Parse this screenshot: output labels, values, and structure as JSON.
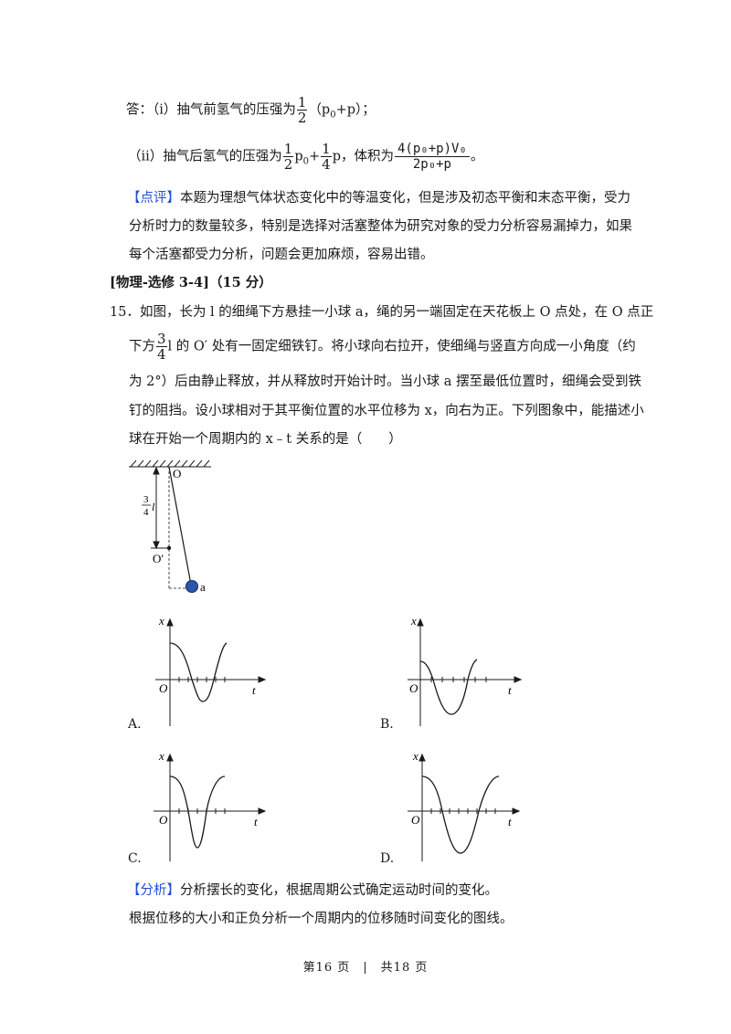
{
  "answer": {
    "l1_prefix": "答：（i）抽气前氢气的压强为",
    "l1_frac_num": "1",
    "l1_frac_den": "2",
    "l1_suffix": "（p",
    "l1_sub0": "0",
    "l1_tail": "+p）；",
    "l2_prefix": "（ii）抽气后氢气的压强为",
    "l2_f1_num": "1",
    "l2_f1_den": "2",
    "l2_p0": "p",
    "l2_sub0": "0",
    "l2_plus": "+",
    "l2_f2_num": "1",
    "l2_f2_den": "4",
    "l2_p": "p，体积为",
    "l2_f3_num": "4(p₀+p)V₀",
    "l2_f3_den": "2p₀+p",
    "l2_end": "。"
  },
  "comment": {
    "tag": "【点评】",
    "l1": "本题为理想气体状态变化中的等温变化，但是涉及初态平衡和末态平衡，受力",
    "l2": "分析时力的数量较多，特别是选择对活塞整体为研究对象的受力分析容易漏掉力，如果",
    "l3": "每个活塞都受力分析，问题会更加麻烦，容易出错。"
  },
  "section": {
    "title": "[物理-选修 3-4]",
    "score": "（15 分）"
  },
  "question": {
    "number": "15．",
    "l1": "如图，长为 l 的细绳下方悬挂一小球 a，绳的另一端固定在天花板上 O 点处，在 O 点正",
    "l2_a": "下方",
    "l2_frac_num": "3",
    "l2_frac_den": "4",
    "l2_b": "l 的 O′ 处有一固定细铁钉。将小球向右拉开，使细绳与竖直方向成一小角度（约",
    "l3": "为 2°）后由静止释放，并从释放时开始计时。当小球 a 摆至最低位置时，细绳会受到铁",
    "l4": "钉的阻挡。设小球相对于其平衡位置的水平位移为 x，向右为正。下列图象中，能描述小",
    "l5": "球在开始一个周期内的 x﹣t 关系的是（　　）"
  },
  "figure": {
    "label_O": "O",
    "label_O2": "O′",
    "label_a": "a",
    "frac_num": "3",
    "frac_den": "4",
    "frac_l": "l"
  },
  "graphs": {
    "axis_x": "x",
    "axis_t": "t",
    "origin": "O",
    "options": [
      "A.",
      "B.",
      "C.",
      "D."
    ]
  },
  "analysis": {
    "tag": "【分析】",
    "l1": "分析摆长的变化，根据周期公式确定运动时间的变化。",
    "l2": "根据位移的大小和正负分析一个周期内的位移随时间变化的图线。"
  },
  "footer": {
    "text": "第16 页　|　共18 页"
  }
}
